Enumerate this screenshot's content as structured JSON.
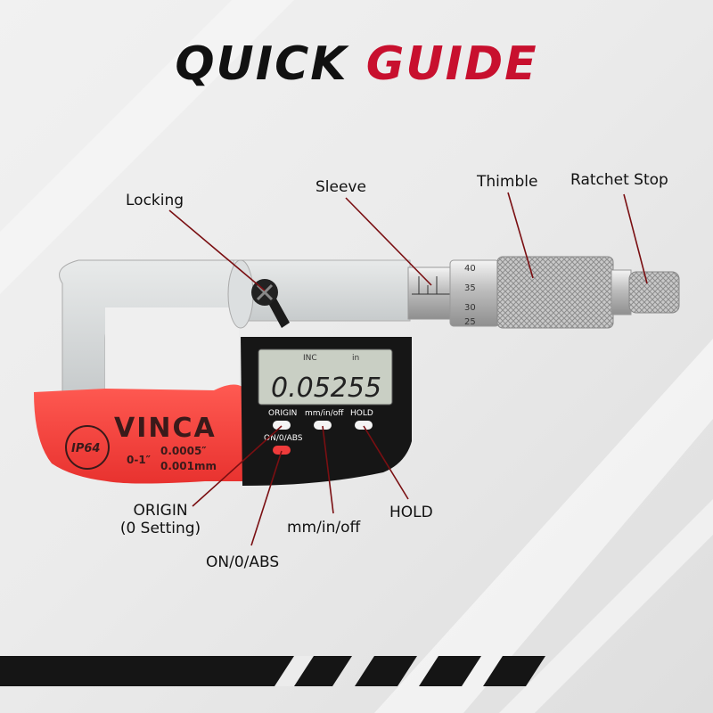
{
  "title": {
    "word1": "QUICK",
    "word2": "GUIDE"
  },
  "labels": {
    "locking": "Locking",
    "sleeve": "Sleeve",
    "thimble": "Thimble",
    "ratchet_stop": "Ratchet Stop",
    "origin_line1": "ORIGIN",
    "origin_line2": "(0 Setting)",
    "on_abs": "ON/0/ABS",
    "mm_in_off": "mm/in/off",
    "hold": "HOLD"
  },
  "device": {
    "brand": "VINCA",
    "rating": "IP64",
    "range": "0-1″",
    "resolution_in": "0.0005″",
    "resolution_mm": "0.001mm",
    "lcd_value": "0.05255",
    "lcd_unit_inc": "INC",
    "lcd_unit_in": "in",
    "btn_origin": "ORIGIN",
    "btn_mode": "mm/in/off",
    "btn_hold": "HOLD",
    "btn_power": "ON/0/ABS",
    "thimble_scale": [
      "40",
      "35",
      "30",
      "25"
    ]
  },
  "colors": {
    "accent_red": "#c8102e",
    "frame_red": "#ef3b3b",
    "lcd_green": "#c9cfc4"
  }
}
